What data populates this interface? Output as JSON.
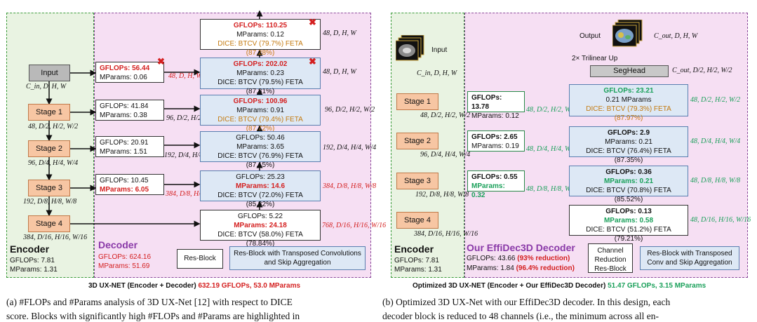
{
  "left": {
    "encoder_title": "Encoder",
    "encoder_gflops": "GFLOPs: 7.81",
    "encoder_mparams": "MParams: 1.31",
    "decoder_title": "Decoder",
    "decoder_gflops": "GFLOPs: 624.16",
    "decoder_mparams": "MParams: 51.69",
    "input_label": "Input",
    "input_dims": "C_in, D, H, W",
    "stages": [
      "Stage 1",
      "Stage 2",
      "Stage 3",
      "Stage 4"
    ],
    "stage_dims": [
      "48, D/2, H/2, W/2",
      "96, D/4, H/4, W/4",
      "192, D/8, H/8, W/8",
      "384, D/16, H/16, W/16"
    ],
    "small_boxes": [
      {
        "gflops": "GFLOPs: 56.44",
        "mparams": "MParams: 0.06"
      },
      {
        "gflops": "GFLOPs: 41.84",
        "mparams": "MParams: 0.38"
      },
      {
        "gflops": "GFLOPs: 20.91",
        "mparams": "MParams: 1.51"
      },
      {
        "gflops": "GFLOPs: 10.45",
        "mparams": "MParams: 6.05"
      }
    ],
    "small_box_dims": [
      "48, D, H, W",
      "96, D/2, H/2, W/2",
      "192, D/4, H/4, W/4",
      "384, D/8, H/8, W/8"
    ],
    "dec_boxes": [
      {
        "gflops": "GFLOPs: 110.25",
        "mparams": "MParams: 0.12",
        "dice": "DICE: BTCV (79.7%) FETA (87.28%)"
      },
      {
        "gflops": "GFLOPs: 202.02",
        "mparams": "MParams: 0.23",
        "dice": "DICE: BTCV (79.5%) FETA (87.31%)"
      },
      {
        "gflops": "GFLOPs: 100.96",
        "mparams": "MParams: 0.91",
        "dice": "DICE: BTCV (79.4%) FETA (87.72%)"
      },
      {
        "gflops": "GFLOPs: 50.46",
        "mparams": "MParams: 3.65",
        "dice": "DICE: BTCV (76.9%) FETA (87.15%)"
      },
      {
        "gflops": "GFLOPs: 25.23",
        "mparams": "MParams: 14.6",
        "dice": "DICE: BTCV (72.0%) FETA (85.32%)"
      },
      {
        "gflops": "GFLOPs: 5.22",
        "mparams": "MParams: 24.18",
        "dice": "DICE: BTCV (58.0%) FETA (78.84%)"
      }
    ],
    "dec_dims": [
      "48, D, H, W",
      "48, D, H, W",
      "96, D/2, H/2, W/2",
      "192, D/4, H/4, W/4",
      "384, D/8, H/8, W/8",
      "768, D/16, H/16, W/16"
    ],
    "legend_resblock": "Res-Block",
    "legend_transposed": "Res-Block with Transposed Convolutions and Skip Aggregation",
    "subtitle_prefix": "3D UX-NET (Encoder + Decoder)",
    "subtitle_value": "632.19 GFLOPs, 53.0 MParams"
  },
  "right": {
    "encoder_title": "Encoder",
    "encoder_gflops": "GFLOPs: 7.81",
    "encoder_mparams": "MParams: 1.31",
    "decoder_title": "Our EffiDec3D Decoder",
    "decoder_gflops_prefix": "GFLOPs: 43.66",
    "decoder_gflops_red": "(93% reduction)",
    "decoder_mparams_prefix": "MParams: 1.84",
    "decoder_mparams_red": "(96.4% reduction)",
    "input_label": "Input",
    "input_dims": "C_in, D, H, W",
    "output_label": "Output",
    "output_dims": "C_out, D, H, W",
    "trilinear": "2× Trilinear Up",
    "seghead": "SegHead",
    "seghead_dims": "C_out, D/2, H/2, W/2",
    "stages": [
      "Stage 1",
      "Stage 2",
      "Stage 3",
      "Stage 4"
    ],
    "stage_dims": [
      "48, D/2, H/2, W/2",
      "96, D/4, H/4, W/4",
      "192, D/8, H/8, W/8",
      "384, D/16, H/16, W/16"
    ],
    "small_boxes": [
      {
        "gflops": "GFLOPs: 13.78",
        "mparams": "MParams: 0.12"
      },
      {
        "gflops": "GFLOPs: 2.65",
        "mparams": "MParams: 0.19"
      },
      {
        "gflops": "GFLOPs: 0.55",
        "mparams": "MParams: 0.32"
      }
    ],
    "small_box_dims": [
      "48, D/2, H/2, W/2",
      "48, D/4, H/4, W/4",
      "48, D/8, H/8, W/8"
    ],
    "dec_boxes": [
      {
        "gflops": "GFLOPs: 23.21",
        "mparams": "0.21 MParams",
        "dice": "DICE: BTCV (79.3%) FETA (87.97%)"
      },
      {
        "gflops": "GFLOPs: 2.9",
        "mparams": "MParams: 0.21",
        "dice": "DICE: BTCV (76.4%) FETA (87.35%)"
      },
      {
        "gflops": "GFLOPs: 0.36",
        "mparams": "MParams: 0.21",
        "dice": "DICE: BTCV (70.8%) FETA (85.52%)"
      },
      {
        "gflops": "GFLOPs: 0.13",
        "mparams": "MParams: 0.58",
        "dice": "DICE: BTCV (51.2%) FETA (79.21%)"
      }
    ],
    "dec_dims": [
      "48, D/2, H/2, W/2",
      "48, D/4, H/4, W/4",
      "48, D/8, H/8, W/8",
      "48, D/16, H/16, W/16"
    ],
    "legend_channel": "Channel Reduction Res-Block",
    "legend_transposed": "Res-Block with Transposed Conv and Skip Aggregation",
    "subtitle_prefix": "Optimized 3D UX-NET (Encoder + Our EffiDec3D Decoder)",
    "subtitle_value": "51.47 GFLOPs, 3.15 MParams"
  },
  "captions": {
    "left_line1": "(a) #FLOPs and #Params analysis of 3D UX-Net [12] with respect to DICE",
    "left_line2": "score. Blocks with significantly high #FLOPs and #Params are highlighted in",
    "right_line1": "(b) Optimized 3D UX-Net with our EffiDec3D decoder. In this design, each",
    "right_line2": "decoder block is reduced to 48 channels (i.e., the minimum across all en-"
  },
  "colors": {
    "red": "#d42020",
    "green": "#1aa05a",
    "orange": "#c47a10",
    "purple": "#8a3aa8"
  },
  "icons": [
    "red-x-icon",
    "ct-scan-icon",
    "segmentation-output-icon"
  ]
}
